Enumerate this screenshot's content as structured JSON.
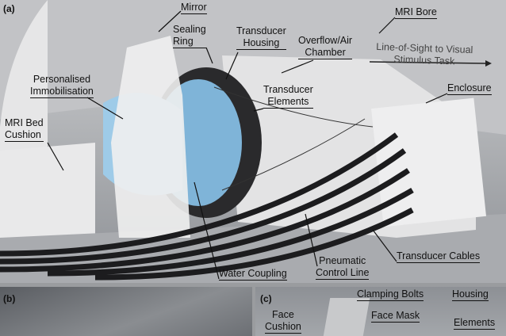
{
  "panels": {
    "a": "(a)",
    "b": "(b)",
    "c": "(c)"
  },
  "labels_a": {
    "mirror": "Mirror",
    "sealing_ring": [
      "Sealing",
      "Ring"
    ],
    "transducer_housing": [
      "Transducer",
      "Housing"
    ],
    "overflow_air_chamber": [
      "Overflow/Air",
      "Chamber"
    ],
    "mri_bore": "MRI Bore",
    "line_of_sight": [
      "Line-of-Sight to Visual",
      "Stimulus Task"
    ],
    "personalised_immobilisation": [
      "Personalised",
      "Immobilisation"
    ],
    "transducer_elements": [
      "Transducer",
      "Elements"
    ],
    "enclosure": "Enclosure",
    "mri_bed_cushion": [
      "MRI Bed",
      "Cushion"
    ],
    "transducer_cables": "Transducer Cables",
    "pneumatic_control_line": [
      "Pneumatic",
      "Control Line"
    ],
    "water_coupling": "Water Coupling"
  },
  "labels_c": {
    "clamping_bolts": "Clamping Bolts",
    "housing": "Housing",
    "face_cushion": [
      "Face",
      "Cushion"
    ],
    "face_mask": "Face Mask",
    "elements": "Elements"
  }
}
